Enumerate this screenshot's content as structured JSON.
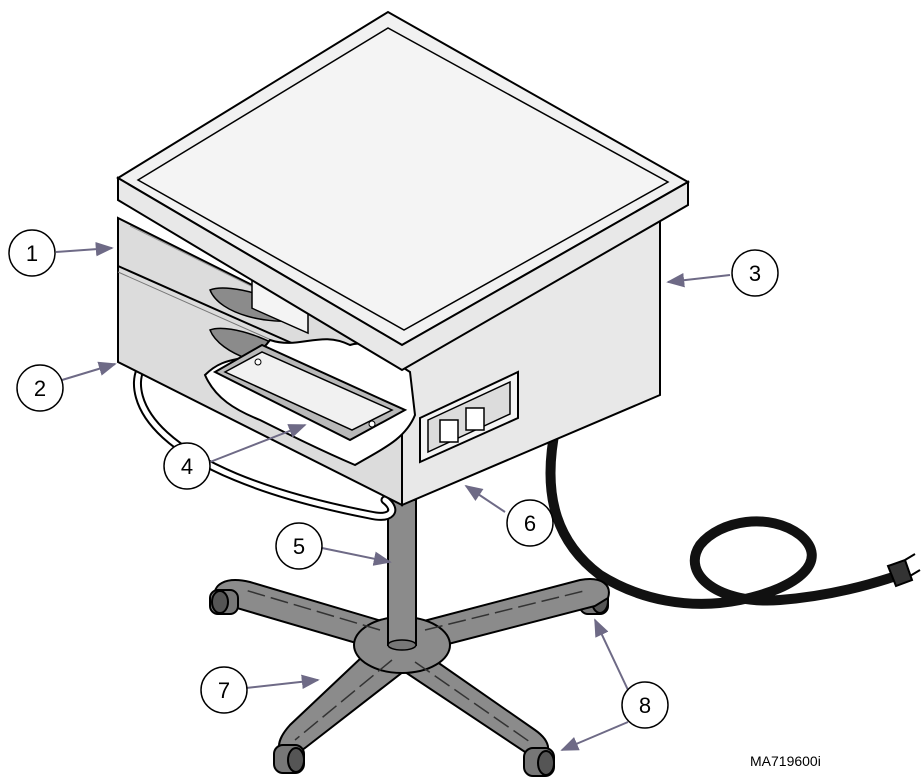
{
  "figure": {
    "id": "MA719600i"
  },
  "callouts": [
    {
      "number": "1",
      "part": "upper-drawer"
    },
    {
      "number": "2",
      "part": "lower-drawer"
    },
    {
      "number": "3",
      "part": "cabinet-side"
    },
    {
      "number": "4",
      "part": "tray"
    },
    {
      "number": "5",
      "part": "column"
    },
    {
      "number": "6",
      "part": "cabinet-bottom"
    },
    {
      "number": "7",
      "part": "base"
    },
    {
      "number": "8",
      "part": "casters"
    }
  ],
  "colors": {
    "cabinet_top": "#f1f1f1",
    "cabinet_front": "#dcdcdc",
    "cabinet_side": "#e8e8e8",
    "base": "#8b8b8b",
    "arrow": "#6e6a86",
    "cord": "#111111"
  }
}
